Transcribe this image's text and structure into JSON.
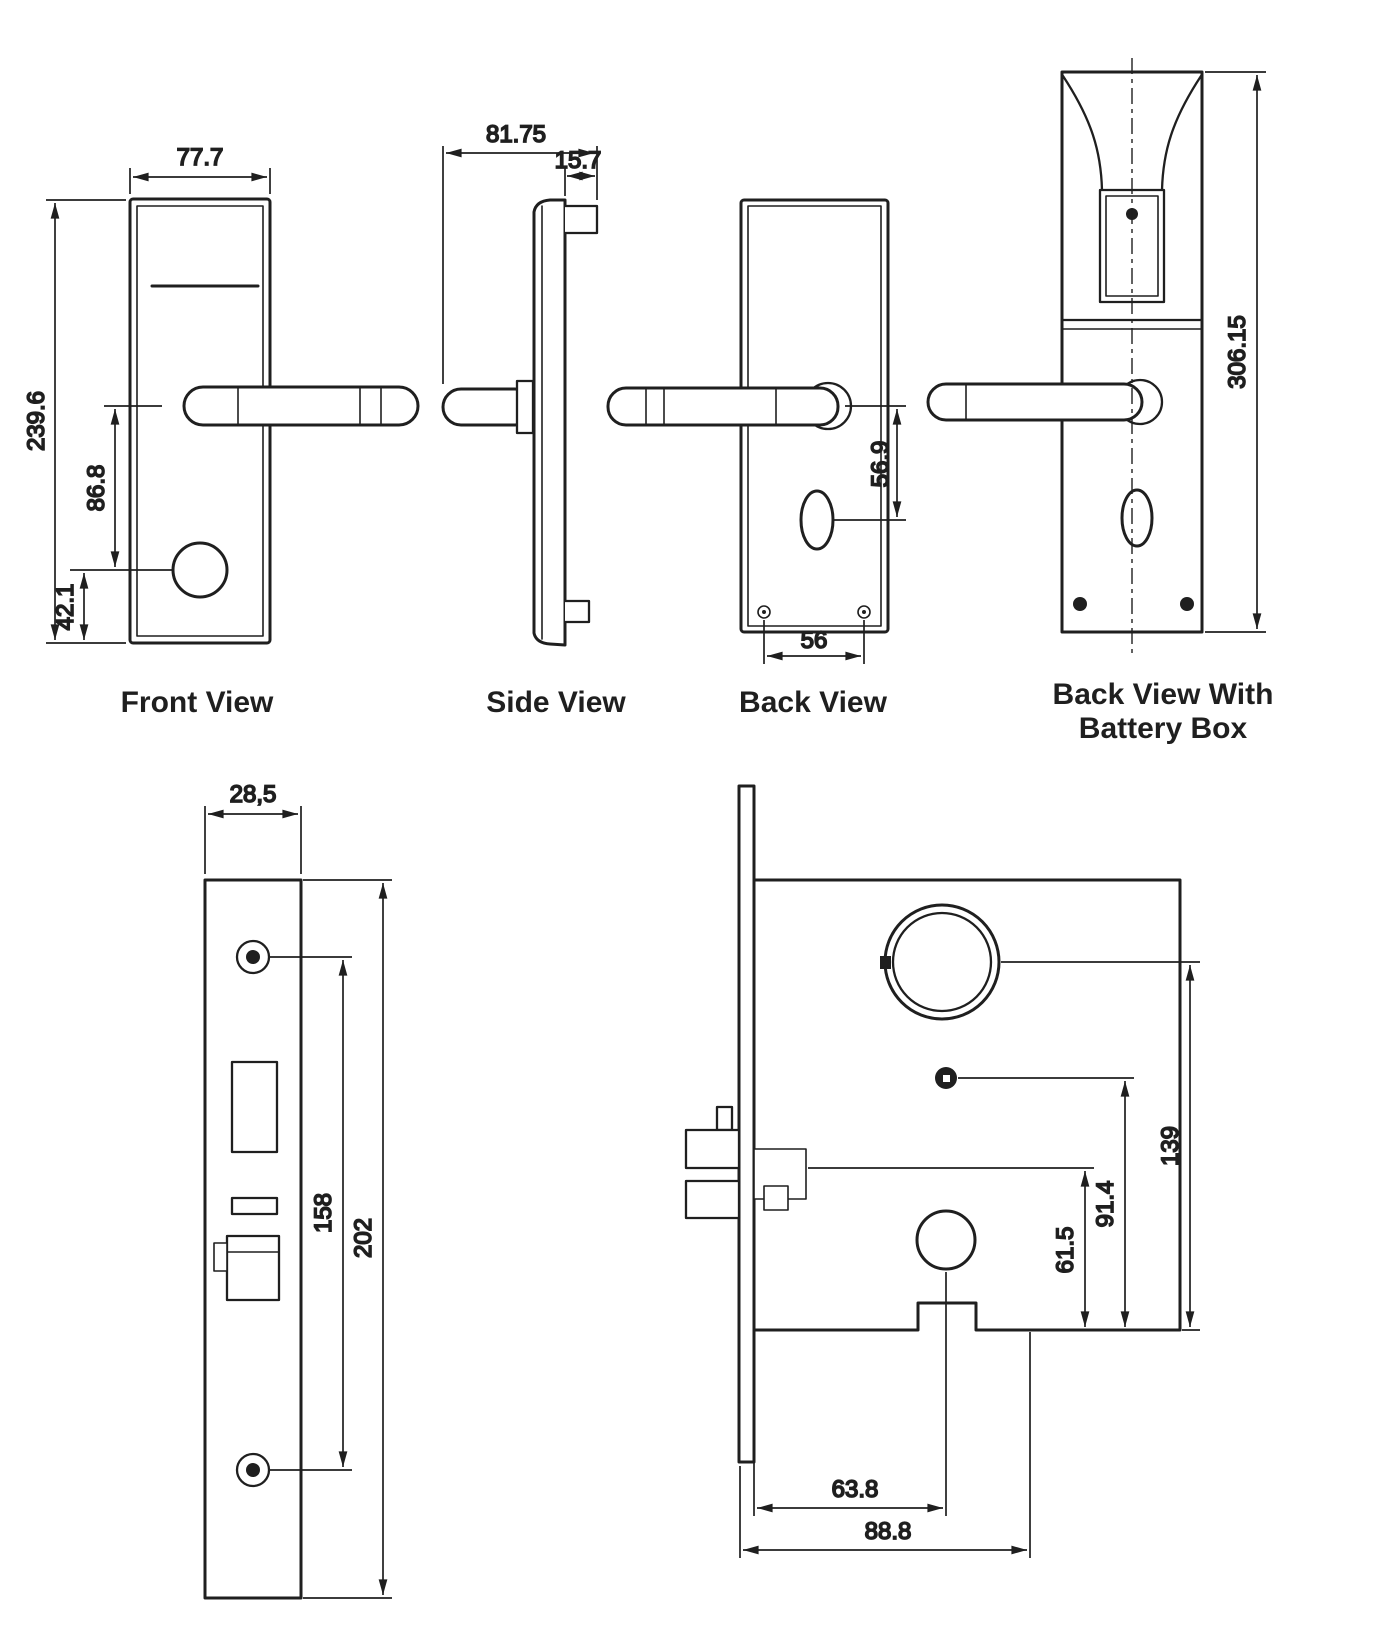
{
  "drawing": {
    "ink_color": "#1f1f1f",
    "background_color": "#ffffff"
  },
  "views": {
    "front": {
      "label": "Front View",
      "dims": {
        "width": "77.7",
        "height": "239.6",
        "handle_to_cylinder": "86.8",
        "cylinder_to_bottom": "42.1"
      }
    },
    "side": {
      "label": "Side View",
      "dims": {
        "depth": "81.75",
        "lip": "15.7"
      }
    },
    "back": {
      "label": "Back View",
      "dims": {
        "handle_to_keyhole": "56.9",
        "screw_spacing": "56"
      }
    },
    "back_battery": {
      "label_line1": "Back View With",
      "label_line2": "Battery Box",
      "dims": {
        "total_height": "306.15"
      }
    },
    "faceplate": {
      "dims": {
        "width": "28,5",
        "screw_spacing": "158",
        "height": "202"
      }
    },
    "lock_body": {
      "dims": {
        "latch_height": "61.5",
        "hub_height": "91.4",
        "cylinder_height": "139",
        "deadbolt_offset": "63.8",
        "cylinder_offset": "88.8"
      }
    }
  }
}
